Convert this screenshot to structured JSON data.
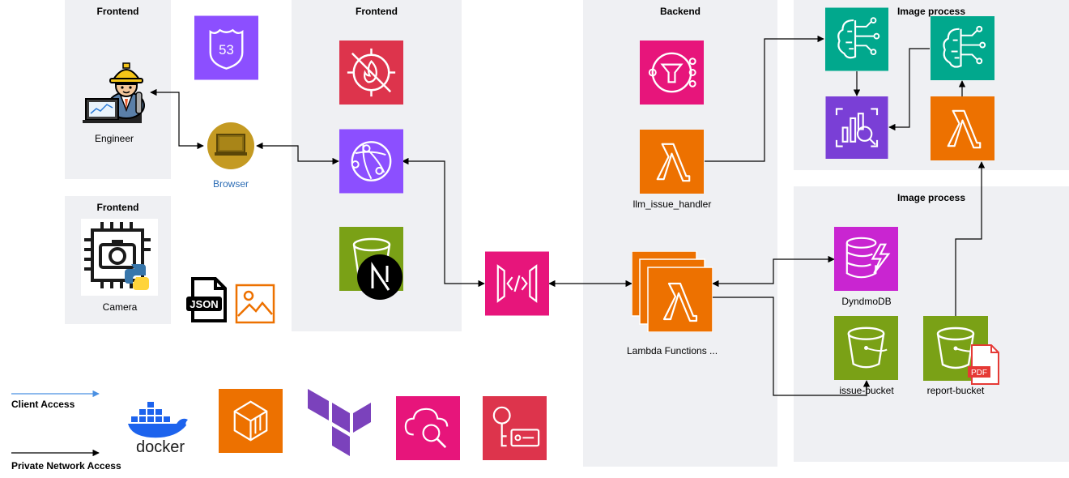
{
  "groups": {
    "frontend_user": "Frontend",
    "frontend_camera": "Frontend",
    "frontend_app": "Frontend",
    "backend": "Backend",
    "image_process_top": "Image process",
    "image_process_bottom": "Image process"
  },
  "nodes": {
    "engineer": "Engineer",
    "browser": "Browser",
    "camera": "Camera",
    "llm_issue_handler": "llm_issue_handler",
    "lambda_functions": "Lambda Functions ...",
    "dynamodb": "DyndmoDB",
    "issue_bucket": "issue-bucket",
    "report_bucket": "report-bucket"
  },
  "icon_text": {
    "route53": "53",
    "json": "JSON",
    "pdf": "PDF",
    "docker": "docker"
  },
  "legend": {
    "client": "Client Access",
    "private": "Private Network Access"
  },
  "colors": {
    "group_bg": "#eff0f3",
    "purple": "#8c4fff",
    "red": "#dd344c",
    "green": "#7aa116",
    "orange": "#ed7100",
    "pink": "#e7157b",
    "teal": "#01a88d",
    "browser_gold": "#c49a22",
    "client_line": "#4a90e2"
  },
  "icons": [
    "route53-icon",
    "waf-icon",
    "cloudfront-icon",
    "s3-nextjs-icon",
    "api-gateway-icon",
    "sns-icon",
    "lambda-icon",
    "lambda-stack-icon",
    "sagemaker-icon",
    "rekognition-icon",
    "dynamodb-icon",
    "s3-bucket-icon",
    "docker-icon",
    "codedeploy-icon",
    "terraform-icon",
    "cloud-search-icon",
    "secrets-manager-icon"
  ]
}
